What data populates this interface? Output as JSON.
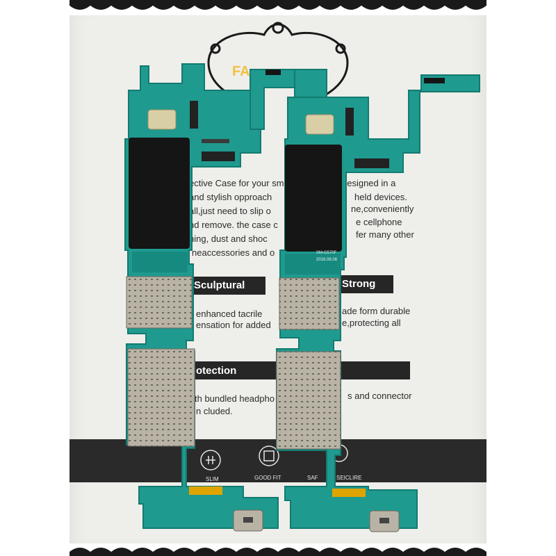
{
  "photo": {
    "subject": "two-motherboards-on-product-card",
    "colors": {
      "pcb": "#1f9a8f",
      "pcb_dark": "#137a70",
      "shield_black": "#151515",
      "metal": "#b9b3a6",
      "card_bg": "#eeeeea",
      "text_bar": "#262626"
    }
  },
  "card": {
    "brand_fragment": "FA",
    "lines": [
      "ective Case for your sm",
      "designed in a",
      "and stylish opproach",
      "held devices.",
      "all,just need to slip o",
      "ne,conveniently",
      "nd remove. the case c",
      "e cellphone",
      "hing, dust and shoc",
      "fer many other",
      "neaccessories and o"
    ],
    "headings": [
      "Sculptural",
      "Strong",
      "otection"
    ],
    "sculptural_lines": [
      "enhanced tacrile",
      "ensation for added"
    ],
    "strong_lines": [
      "ade form durable",
      "e,protecting all"
    ],
    "protection_lines": [
      "th bundled headpho",
      "s and connector",
      "n cluded."
    ],
    "features": [
      "SLIM",
      "GOOD FIT",
      "SAF",
      "SEICLIRE"
    ]
  },
  "boards": {
    "label_small": "SM-G570F",
    "label_date": "2016.08.06"
  }
}
